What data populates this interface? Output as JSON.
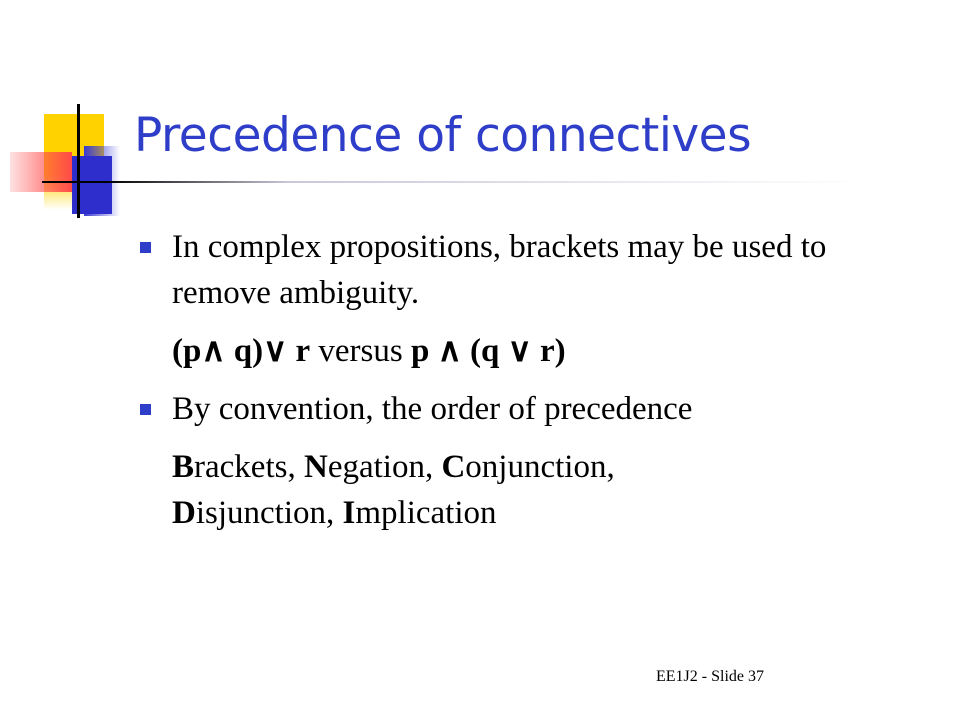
{
  "slide": {
    "title": "Precedence of connectives",
    "bullets": [
      {
        "text": "In complex propositions, brackets may be used to remove ambiguity."
      },
      {
        "text": "By convention, the order of precedence"
      }
    ],
    "formula": {
      "left": "(p∧ q)∨ r",
      "middle": " versus ",
      "right": "p ∧ (q ∨ r)"
    },
    "order": [
      {
        "initial": "B",
        "rest": "rackets, "
      },
      {
        "initial": "N",
        "rest": "egation, "
      },
      {
        "initial": "C",
        "rest": "onjunction, "
      },
      {
        "initial": "D",
        "rest": "isjunction, "
      },
      {
        "initial": "I",
        "rest": "mplication"
      }
    ],
    "footer": "EE1J2 - Slide 37",
    "colors": {
      "title": "#2f3ec8",
      "bullet": "#2f3ec8",
      "yellow": "#ffd200",
      "blue": "#2d2ecb",
      "red": "#ff4a4a"
    }
  }
}
